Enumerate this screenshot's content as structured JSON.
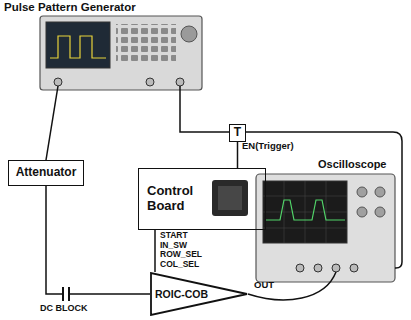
{
  "diagram": {
    "nodes": [
      {
        "text": [
          "T"
        ]
      },
      {
        "text": [
          "Attenuator"
        ]
      },
      {
        "text": [
          "Control Board"
        ]
      },
      {
        "text": [
          "ROIC-COB"
        ]
      }
    ],
    "edges": [
      {
        "from": 0,
        "to": 2,
        "arrow": "none"
      },
      {
        "from": 1,
        "to": 3,
        "arrow": "none"
      },
      {
        "from": 2,
        "to": 3,
        "arrow": "none"
      }
    ],
    "labels": [
      "Pulse Pattern Generator",
      "Oscilloscope",
      "EN(Trigger)",
      "START",
      "IN_SW",
      "ROW_SEL",
      "COL_SEL",
      "OUT",
      "DC BLOCK"
    ]
  }
}
